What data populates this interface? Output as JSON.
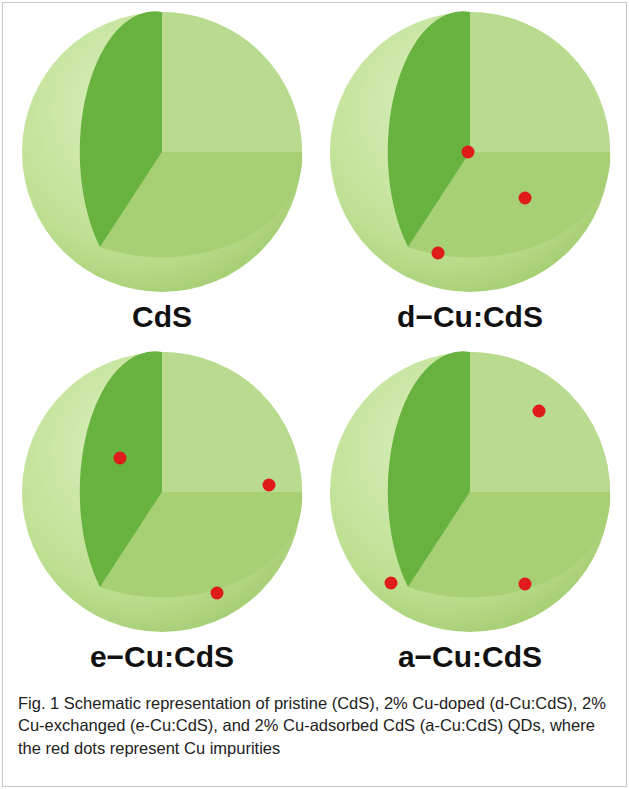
{
  "diagram": {
    "caption": "Fig. 1 Schematic representation of pristine (CdS), 2% Cu-doped (d-Cu:CdS), 2% Cu-exchanged (e-Cu:CdS), and 2% Cu-adsorbed CdS (a-Cu:CdS) QDs, where the red dots represent Cu impurities",
    "nodes": [
      {
        "text": [
          "CdS"
        ]
      },
      {
        "text": [
          "d−Cu:CdS"
        ]
      },
      {
        "text": [
          "e−Cu:CdS"
        ]
      },
      {
        "text": [
          "a−Cu:CdS"
        ]
      }
    ]
  }
}
